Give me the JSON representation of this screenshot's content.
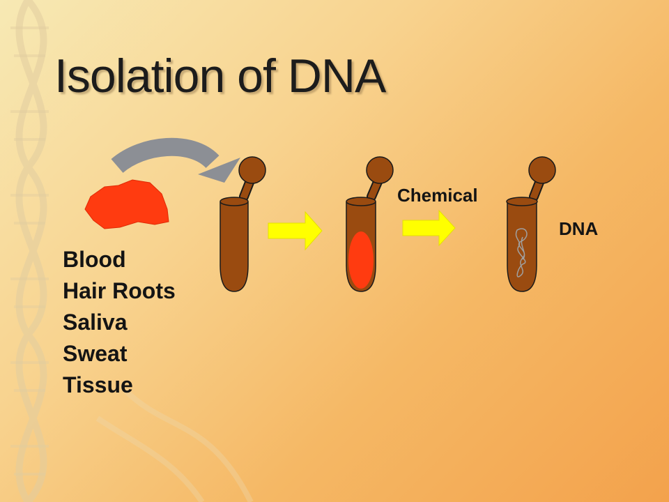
{
  "slide": {
    "title": "Isolation of DNA",
    "sample_sources": [
      "Blood",
      "Hair Roots",
      "Saliva",
      "Sweat",
      "Tissue"
    ],
    "labels": {
      "chemical": "Chemical",
      "dna": "DNA"
    }
  },
  "colors": {
    "background_light": "#f7e9b4",
    "background_dark": "#f3a24c",
    "tube_fill": "#9a4b10",
    "tube_stroke": "#1a1a1a",
    "sample_red": "#ff3b10",
    "process_arrow": "#ffff00",
    "transfer_arrow": "#8c8f95",
    "dna_strand": "#a0a0a0"
  },
  "icons": [
    "tissue-sample-icon",
    "transfer-arrow-icon",
    "test-tube-icon",
    "process-arrow-icon",
    "dna-strand-icon"
  ]
}
